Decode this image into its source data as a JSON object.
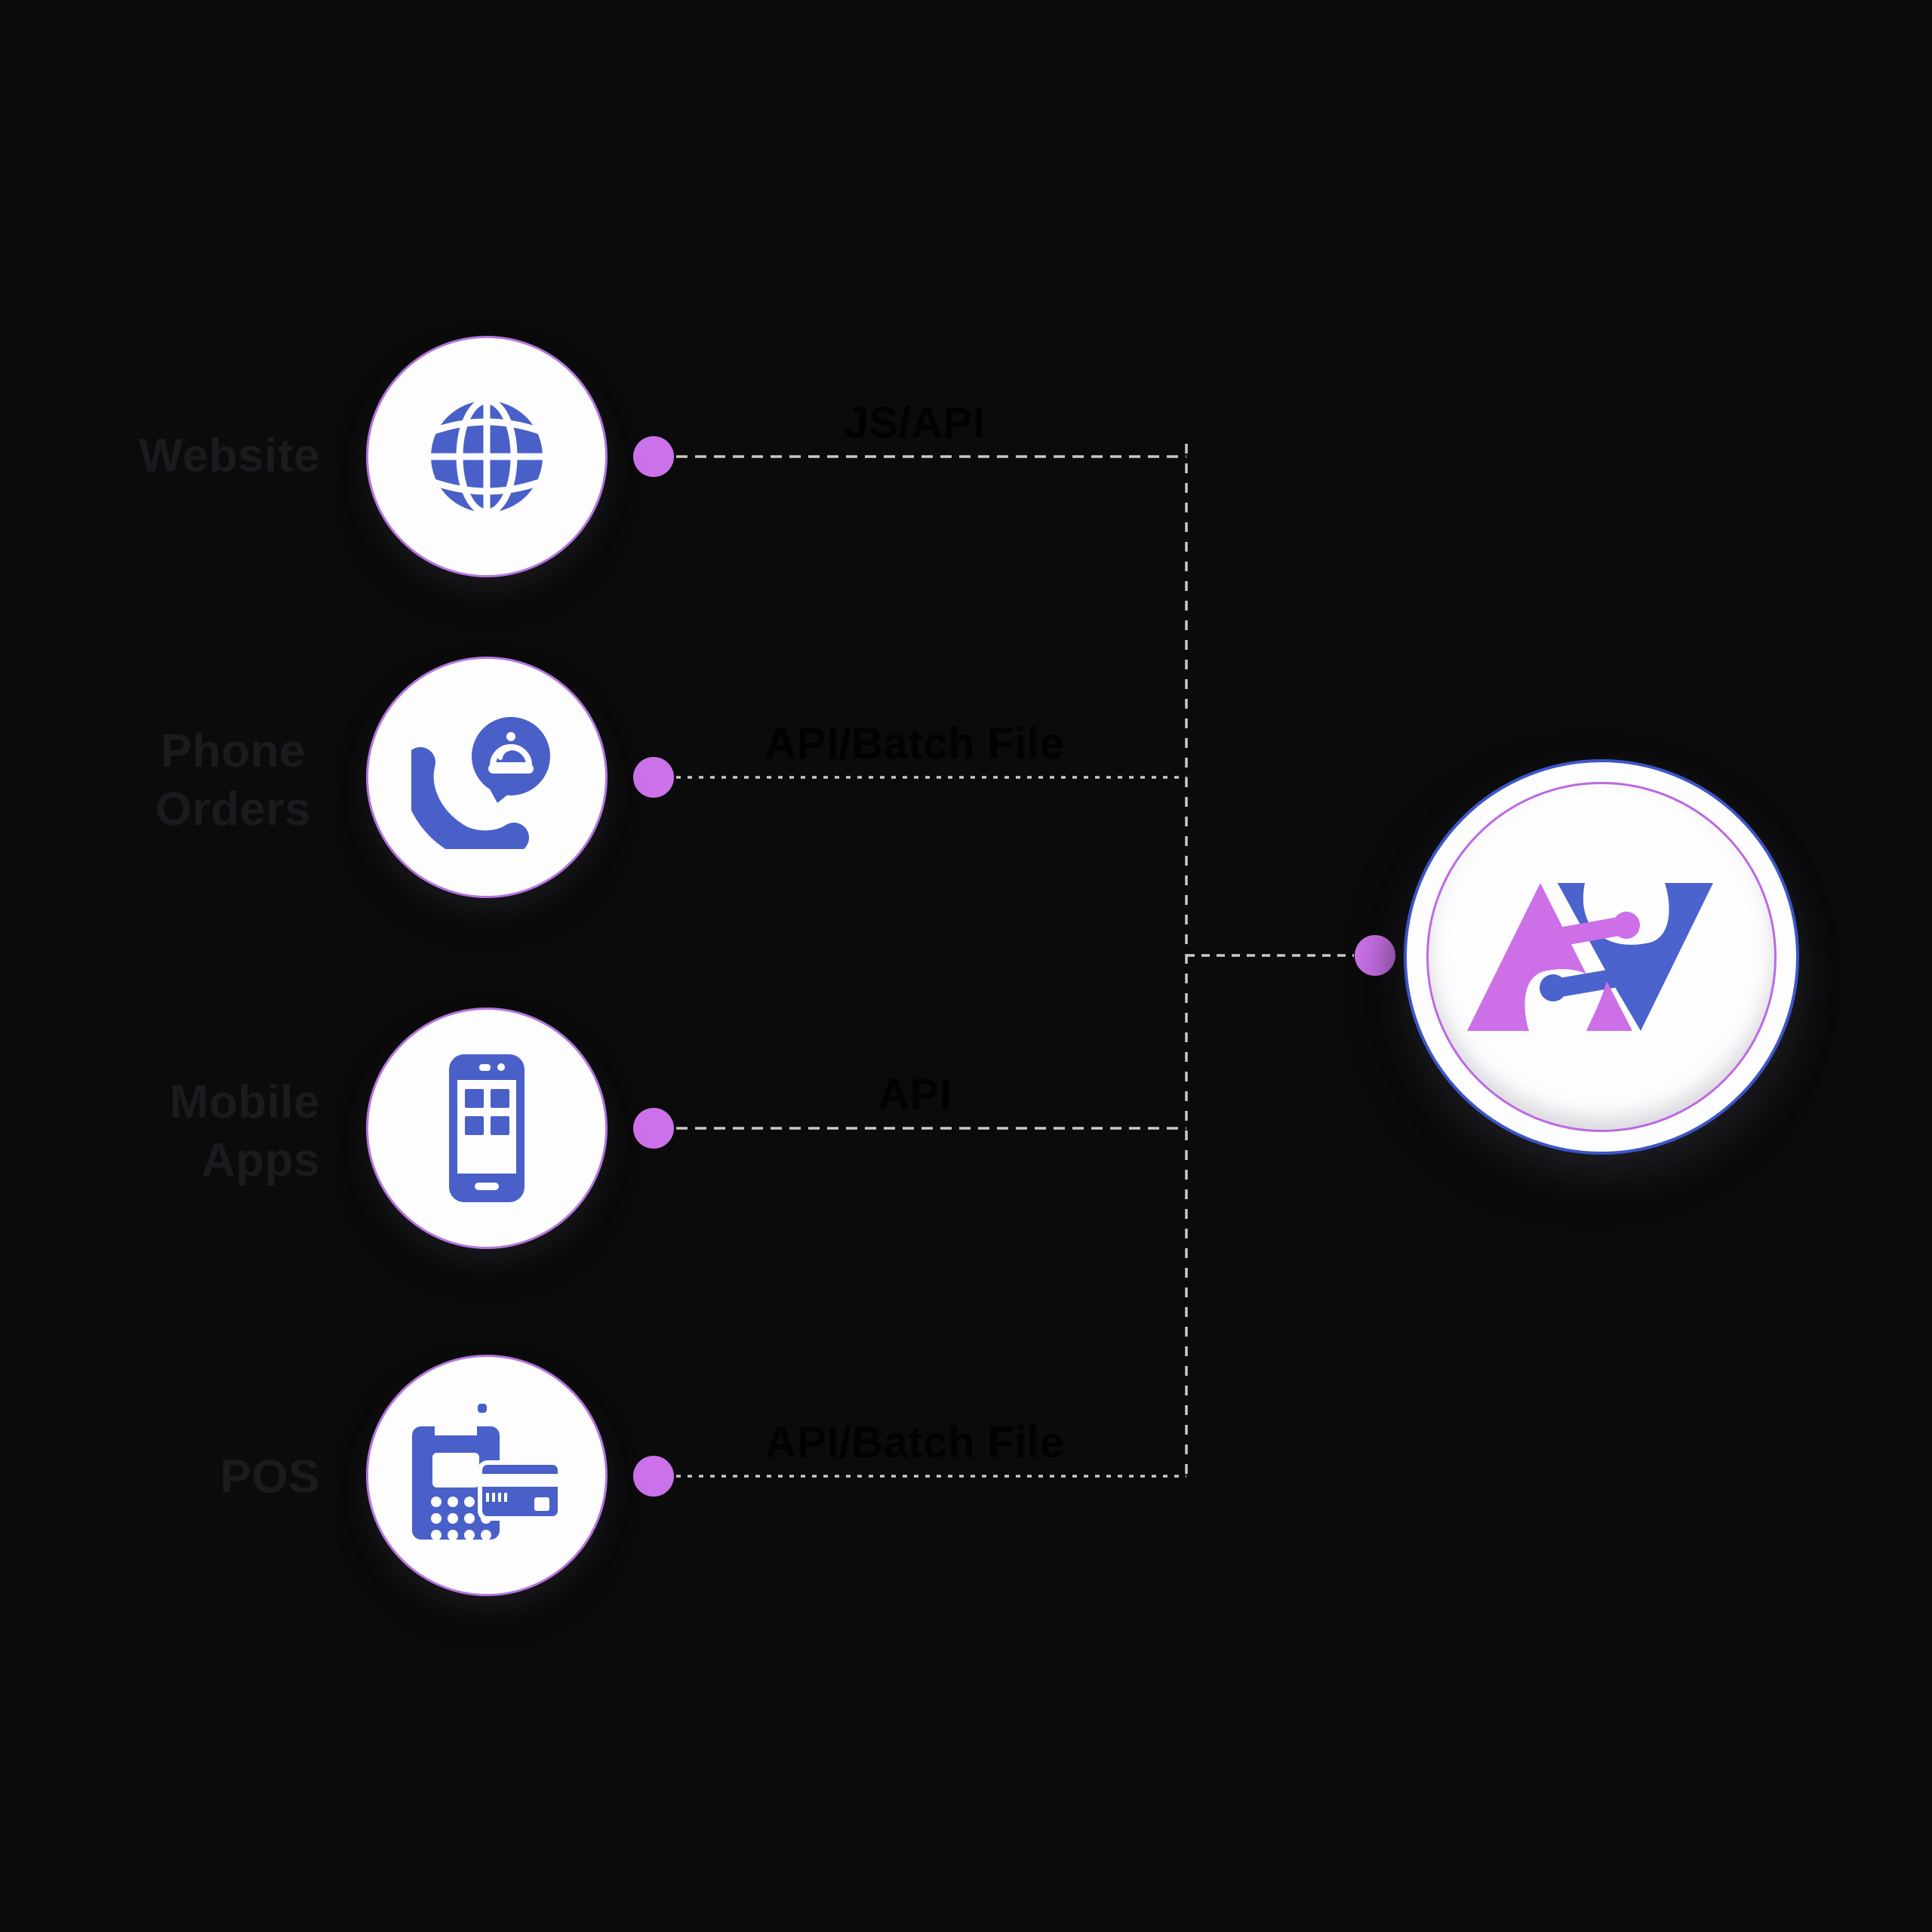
{
  "diagram": {
    "rows": [
      {
        "source_label": "Website",
        "icon": "globe-icon",
        "connection_label": "JS/API"
      },
      {
        "source_label": "Phone\nOrders",
        "icon": "phone-order-icon",
        "connection_label": "API/Batch File"
      },
      {
        "source_label": "Mobile\nApps",
        "icon": "mobile-apps-icon",
        "connection_label": "API"
      },
      {
        "source_label": "POS",
        "icon": "pos-terminal-icon",
        "connection_label": "API/Batch File"
      }
    ],
    "hub": {
      "icon": "av-monogram-logo"
    }
  },
  "colors": {
    "background": "#0b0b0c",
    "node_fill": "#fefdfe",
    "node_border_purple": "#b575de",
    "hub_border_blue": "#3d55c8",
    "hub_ring_purple": "#bb6ae0",
    "icon_blue": "#4a60c9",
    "logo_blue": "#4a63cd",
    "logo_purple": "#cd6fe6",
    "connector_dot": "#cb72ea",
    "dashed_line": "#c9c9c9",
    "side_label_text": "#1b1b1f",
    "connection_label_text": "#020203"
  }
}
